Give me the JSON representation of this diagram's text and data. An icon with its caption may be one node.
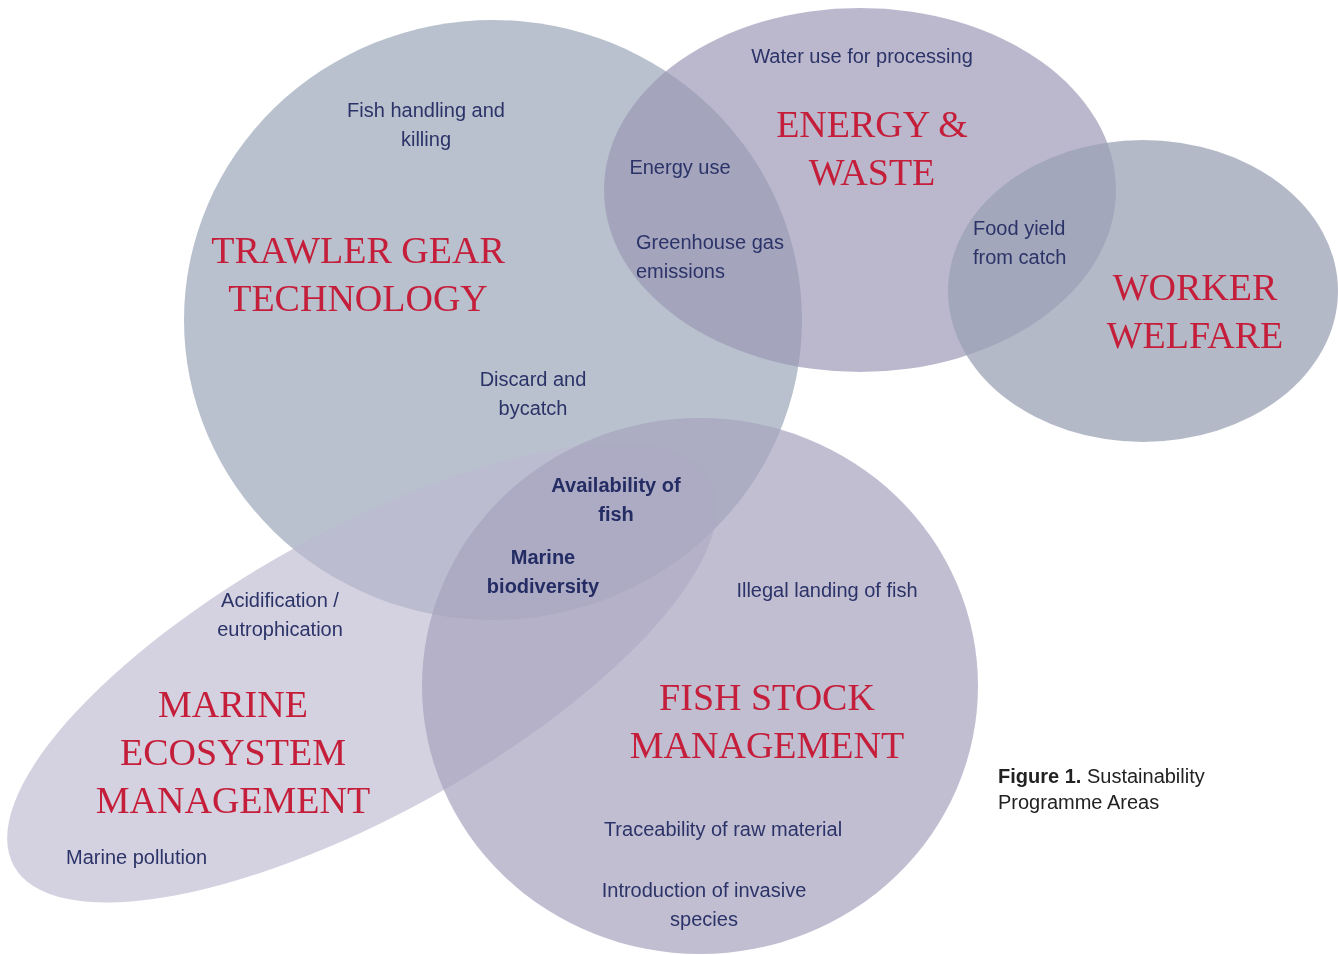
{
  "diagram": {
    "caption": "**Figure 1.** Sustainability Programme Areas",
    "nodes": [
      {
        "text": [
          "TRAWLER GEAR TECHNOLOGY"
        ]
      },
      {
        "text": [
          "ENERGY & WASTE"
        ]
      },
      {
        "text": [
          "WORKER WELFARE"
        ]
      },
      {
        "text": [
          "MARINE ECOSYSTEM MANAGEMENT"
        ]
      },
      {
        "text": [
          "FISH STOCK MANAGEMENT"
        ]
      }
    ],
    "labels": [
      "Water use for processing",
      "Fish handling and killing",
      "Energy use",
      "Greenhouse gas emissions",
      "Food yield from catch",
      "Discard and bycatch",
      "Availability of fish",
      "Marine biodiversity",
      "Illegal landing of fish",
      "Acidification / eutrophication",
      "Marine pollution",
      "Traceability of raw material",
      "Introduction of invasive species"
    ]
  }
}
